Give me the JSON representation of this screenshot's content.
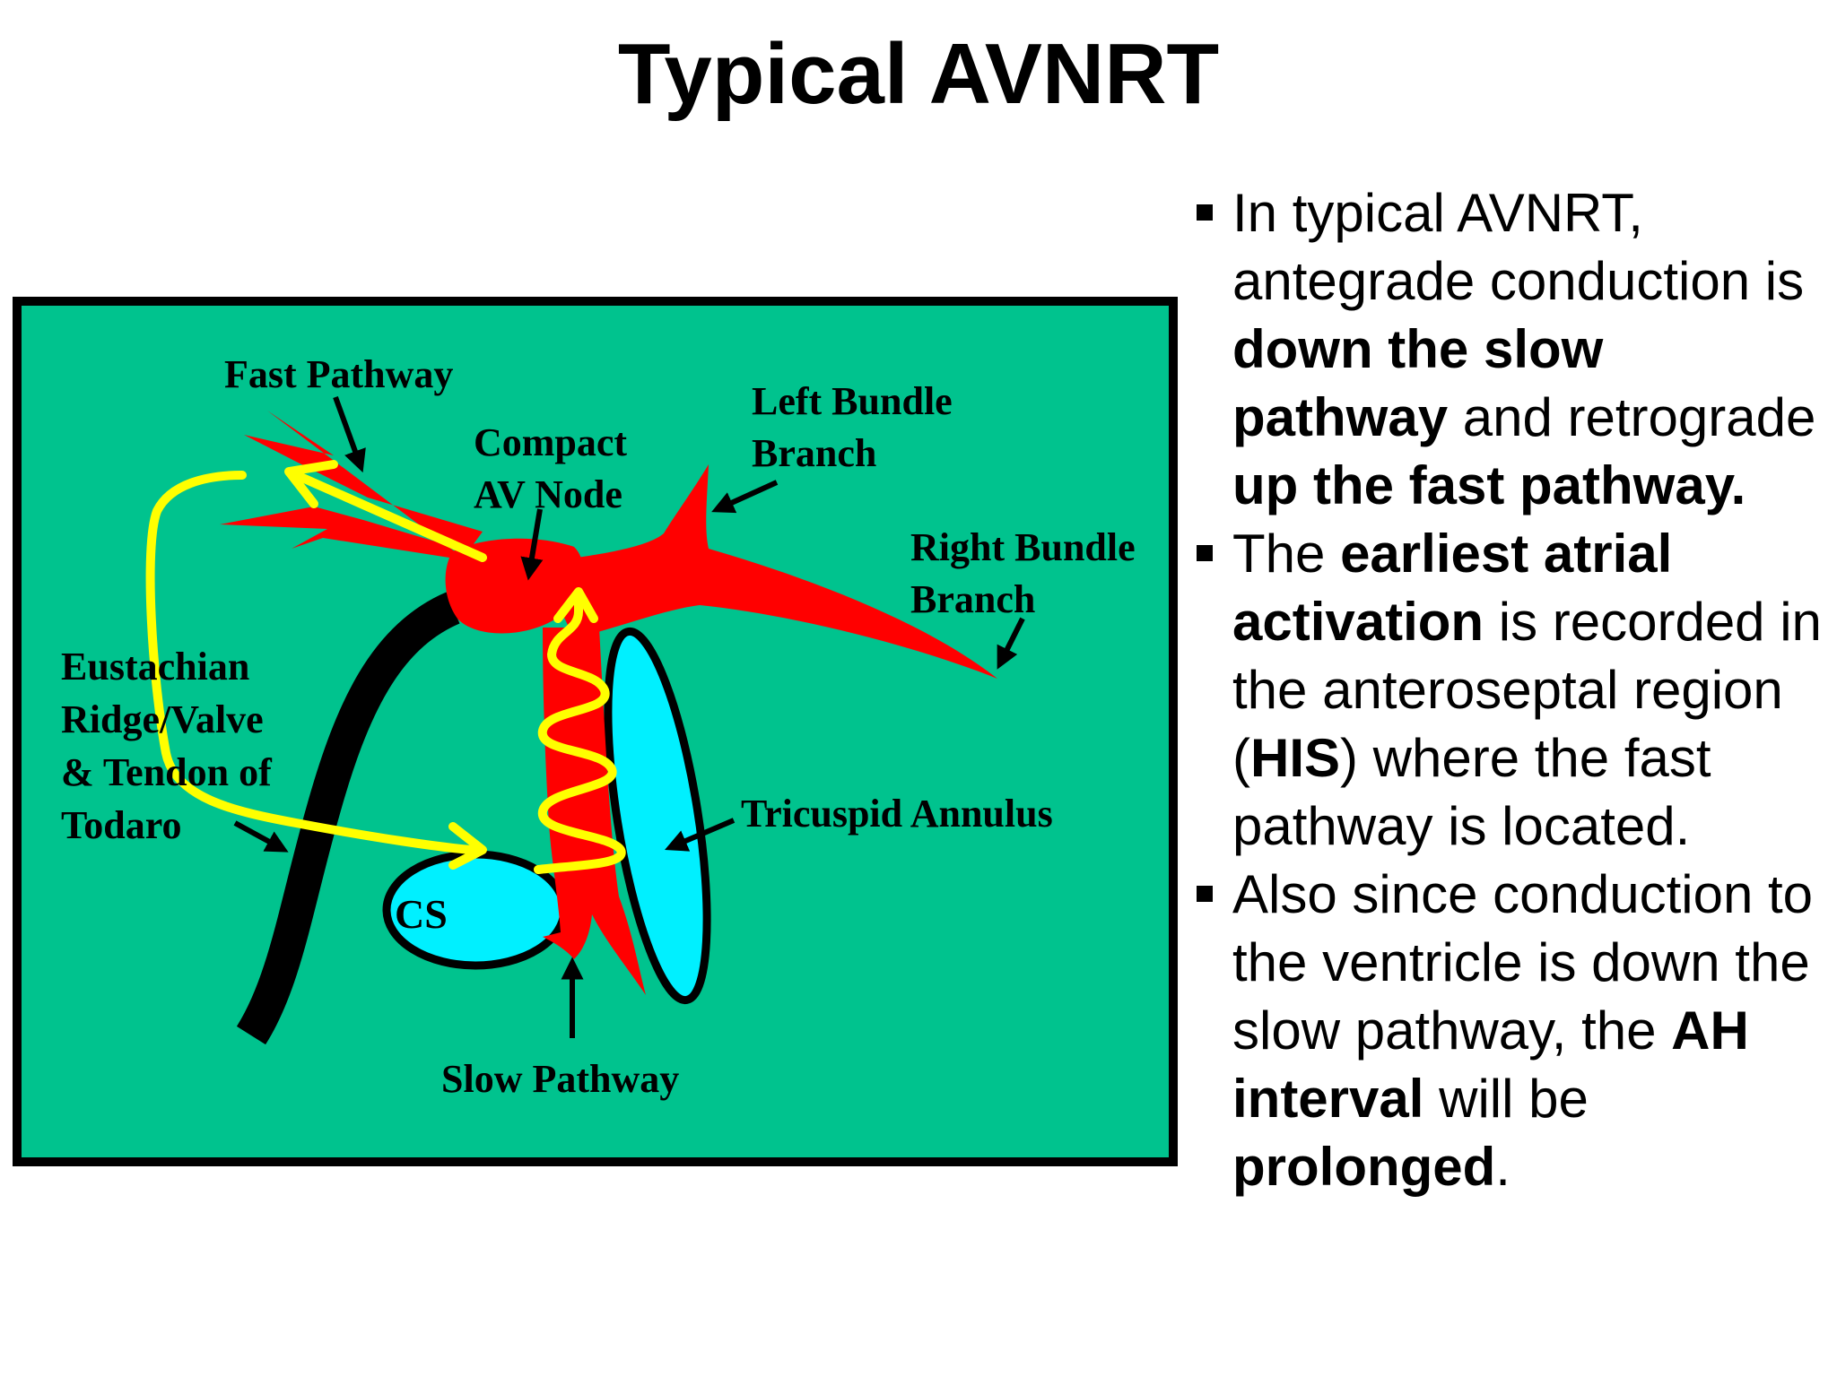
{
  "slide": {
    "title": "Typical AVNRT"
  },
  "diagram": {
    "colors": {
      "panel": "#00C38E",
      "conduction_tissue": "#FF0000",
      "activation_path": "#FFFF00",
      "chambers": "#00F0FF",
      "outline": "#000000"
    },
    "labels": {
      "fast_pathway": "Fast Pathway",
      "compact_av_node": [
        "Compact",
        "AV Node"
      ],
      "left_bundle_branch": [
        "Left Bundle",
        "Branch"
      ],
      "right_bundle_branch": [
        "Right Bundle",
        "Branch"
      ],
      "eustachian": [
        "Eustachian",
        "Ridge/Valve",
        "& Tendon of",
        "Todaro"
      ],
      "tricuspid_annulus": "Tricuspid Annulus",
      "cs": "CS",
      "slow_pathway": "Slow Pathway"
    }
  },
  "bullets": [
    {
      "segments": [
        {
          "text": "In typical AVNRT, antegrade conduction is ",
          "bold": false
        },
        {
          "text": "down the slow pathway",
          "bold": true
        },
        {
          "text": " and retrograde ",
          "bold": false
        },
        {
          "text": "up the fast pathway.",
          "bold": true
        }
      ]
    },
    {
      "segments": [
        {
          "text": "The ",
          "bold": false
        },
        {
          "text": "earliest atrial activation",
          "bold": true
        },
        {
          "text": " is recorded in the anteroseptal region (",
          "bold": false
        },
        {
          "text": "HIS",
          "bold": true
        },
        {
          "text": ") where the fast pathway is located.",
          "bold": false
        }
      ]
    },
    {
      "segments": [
        {
          "text": "Also since conduction to the ventricle is down the slow pathway, the ",
          "bold": false
        },
        {
          "text": "AH interval",
          "bold": true
        },
        {
          "text": " will be ",
          "bold": false
        },
        {
          "text": "prolonged",
          "bold": true
        },
        {
          "text": ".",
          "bold": false
        }
      ]
    }
  ]
}
